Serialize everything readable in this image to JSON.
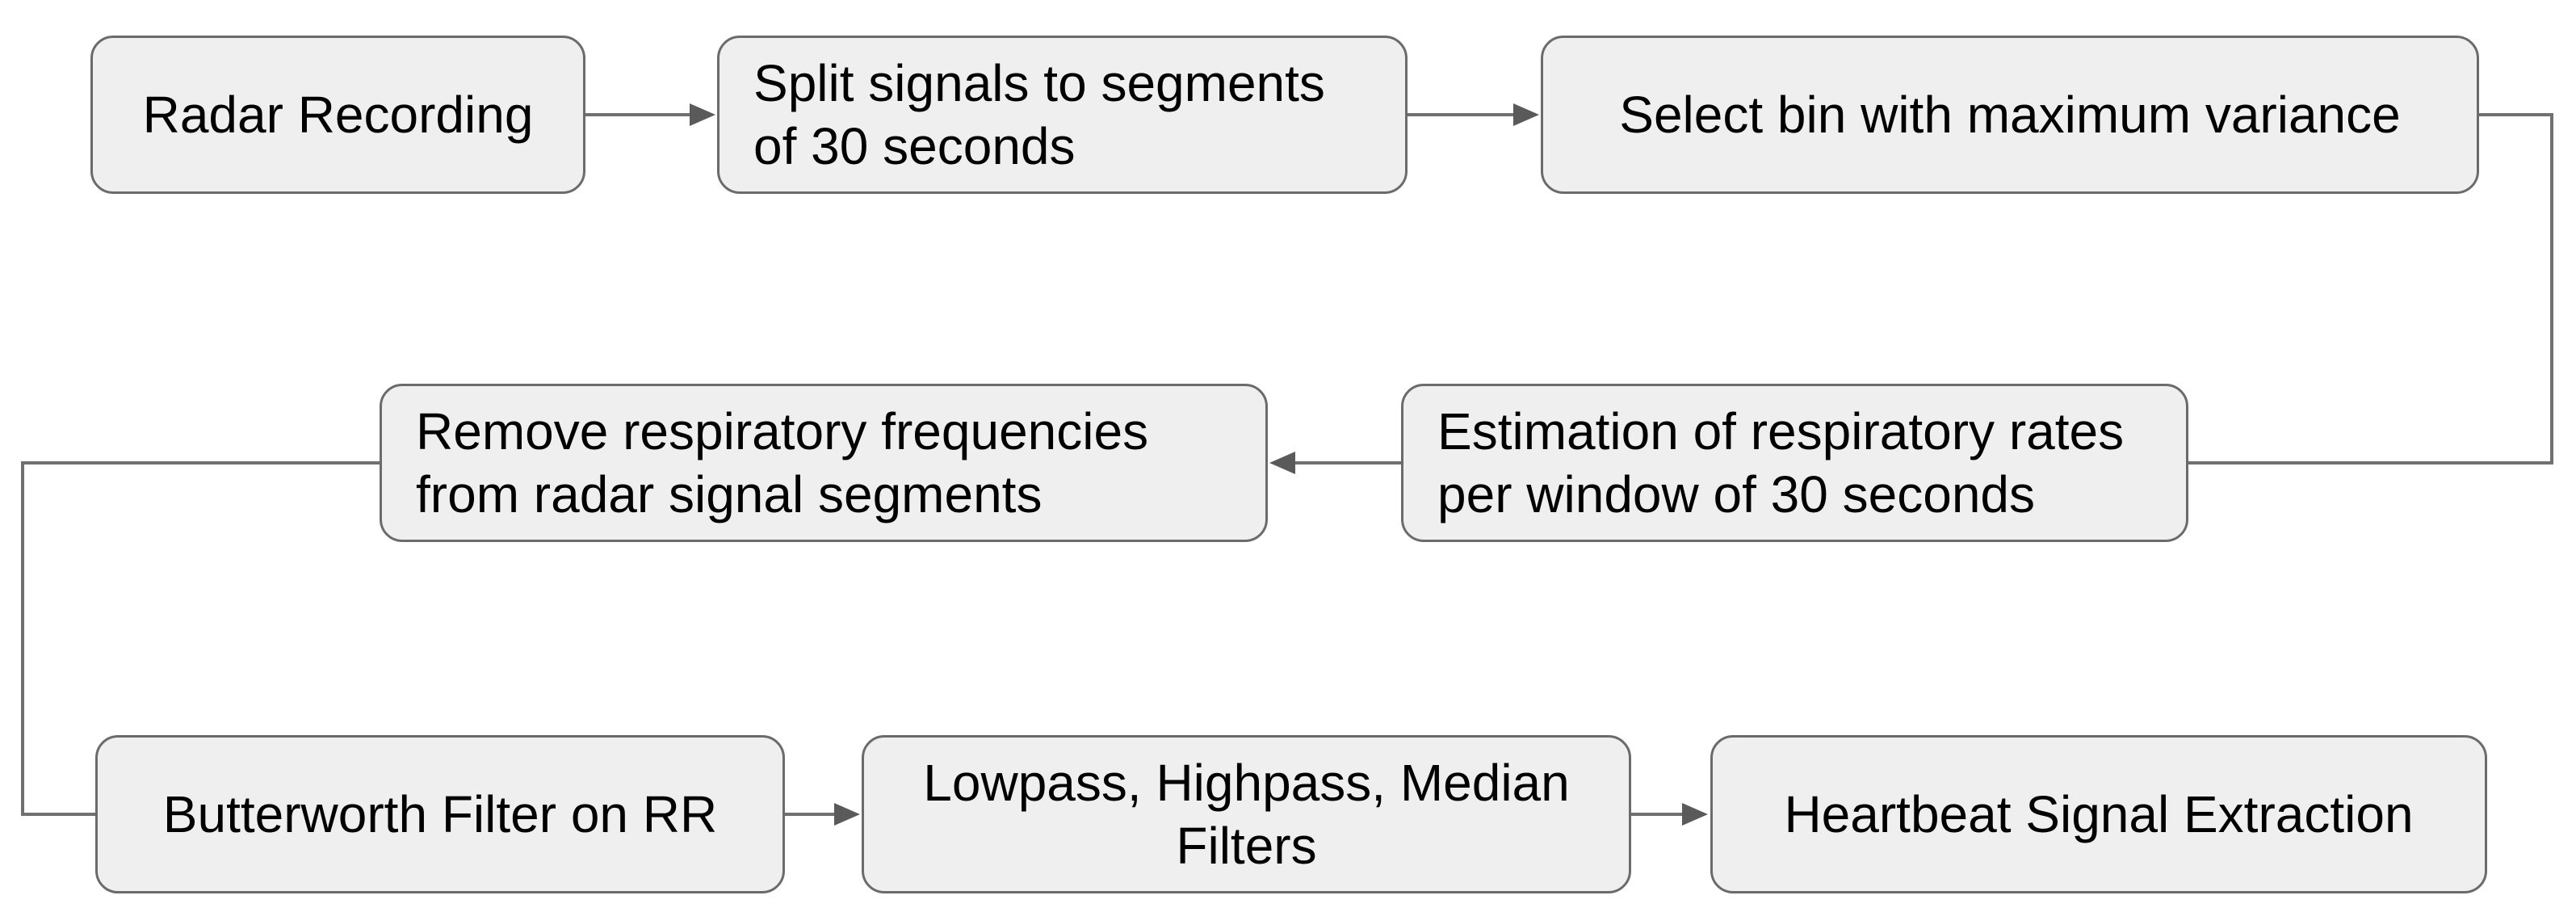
{
  "diagram": {
    "colors": {
      "background": "#ffffff",
      "box_fill": "#eeefee",
      "box_border": "#6b6b6b",
      "connector": "#707070",
      "arrowhead": "#5a5a5a",
      "text": "#000000"
    },
    "nodes": [
      {
        "id": "radar-recording",
        "label": "Radar Recording"
      },
      {
        "id": "split-signals",
        "label": "Split signals to segments\nof 30 seconds"
      },
      {
        "id": "select-bin",
        "label": "Select bin with maximum variance"
      },
      {
        "id": "remove-respiratory",
        "label": "Remove respiratory frequencies\nfrom radar signal segments"
      },
      {
        "id": "estimation-rates",
        "label": "Estimation of respiratory rates\nper window of 30 seconds"
      },
      {
        "id": "butterworth",
        "label": "Butterworth Filter on RR"
      },
      {
        "id": "lowpass-filters",
        "label": "Lowpass, Highpass, Median\nFilters"
      },
      {
        "id": "heartbeat-extraction",
        "label": "Heartbeat Signal Extraction"
      }
    ],
    "edges": [
      {
        "from": "radar-recording",
        "to": "split-signals",
        "type": "straight",
        "arrowhead": true
      },
      {
        "from": "split-signals",
        "to": "select-bin",
        "type": "straight",
        "arrowhead": true
      },
      {
        "from": "select-bin",
        "to": "estimation-rates",
        "type": "elbow",
        "arrowhead": false
      },
      {
        "from": "estimation-rates",
        "to": "remove-respiratory",
        "type": "straight",
        "arrowhead": true
      },
      {
        "from": "remove-respiratory",
        "to": "butterworth",
        "type": "elbow",
        "arrowhead": false
      },
      {
        "from": "butterworth",
        "to": "lowpass-filters",
        "type": "straight",
        "arrowhead": true
      },
      {
        "from": "lowpass-filters",
        "to": "heartbeat-extraction",
        "type": "straight",
        "arrowhead": true
      }
    ]
  }
}
